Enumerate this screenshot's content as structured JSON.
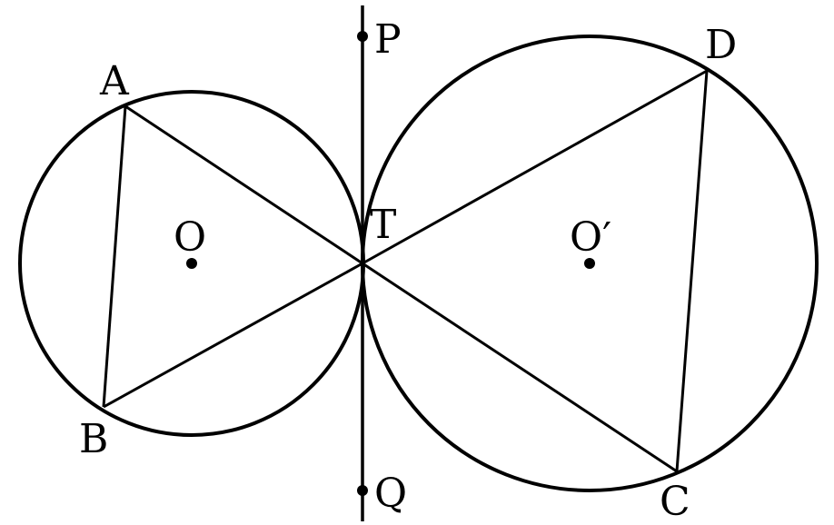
{
  "points": {
    "A": "A",
    "B": "B",
    "C": "C",
    "D": "D",
    "T": "T",
    "P": "P",
    "Q": "Q",
    "O": "O",
    "O_prime": "O′"
  },
  "colors": {
    "stroke": "#000000",
    "background": "#ffffff"
  }
}
